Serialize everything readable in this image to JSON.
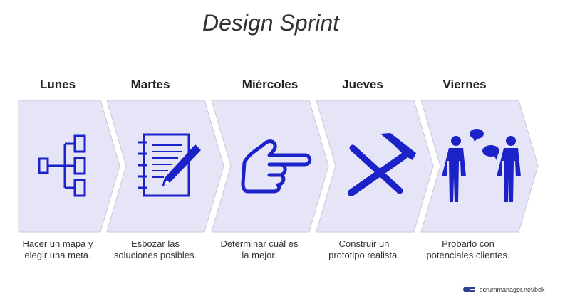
{
  "title": "Design Sprint",
  "days": [
    {
      "name": "Lunes",
      "icon": "sitemap-icon",
      "description": "Hacer un mapa y elegir una meta."
    },
    {
      "name": "Martes",
      "icon": "notepad-pencil-icon",
      "description": "Esbozar las soluciones posibles."
    },
    {
      "name": "Miércoles",
      "icon": "pointing-hand-icon",
      "description": "Determinar cuál es la mejor."
    },
    {
      "name": "Jueves",
      "icon": "hammer-icon",
      "description": "Construir un prototipo realista."
    },
    {
      "name": "Viernes",
      "icon": "people-talking-icon",
      "description": "Probarlo con potenciales clientes."
    }
  ],
  "colors": {
    "chevron_fill": "#e5e5f7",
    "chevron_stroke": "#c8c8d8",
    "icon": "#1a22c8"
  },
  "credit": "scrummanager.net/bok"
}
